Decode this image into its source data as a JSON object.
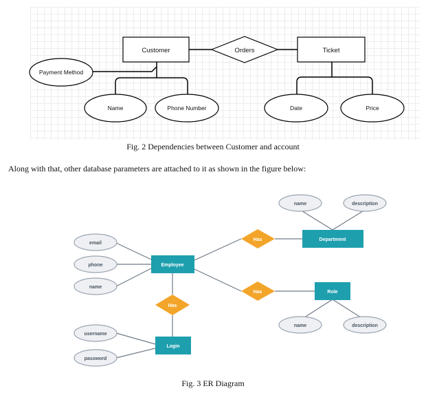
{
  "fig2": {
    "entities": {
      "customer": "Customer",
      "ticket": "Ticket"
    },
    "relationship": "Orders",
    "attributes": {
      "payment_method": "Payment Method",
      "name": "Name",
      "phone_number": "Phone Number",
      "date": "Date",
      "price": "Price"
    },
    "caption": "Fig. 2 Dependencies between Customer and account"
  },
  "paragraph": "Along with that, other database parameters are attached to it as shown in the figure below:",
  "fig3": {
    "entities": {
      "employee": "Employee",
      "department": "Department",
      "role": "Role",
      "login": "Login"
    },
    "relationships": {
      "emp_dept": "Has",
      "emp_role": "Has",
      "emp_login": "Has"
    },
    "attributes": {
      "email": "email",
      "phone": "phone",
      "emp_name": "name",
      "username": "username",
      "password": "password",
      "dept_name": "name",
      "dept_description": "description",
      "role_name": "name",
      "role_description": "description"
    },
    "colors": {
      "entity": "#1e9fae",
      "relationship": "#f3a52a",
      "attribute_fill": "#eef0f3",
      "attribute_stroke": "#9aa4b0",
      "line": "#6f7a86"
    },
    "caption": "Fig. 3 ER Diagram"
  }
}
